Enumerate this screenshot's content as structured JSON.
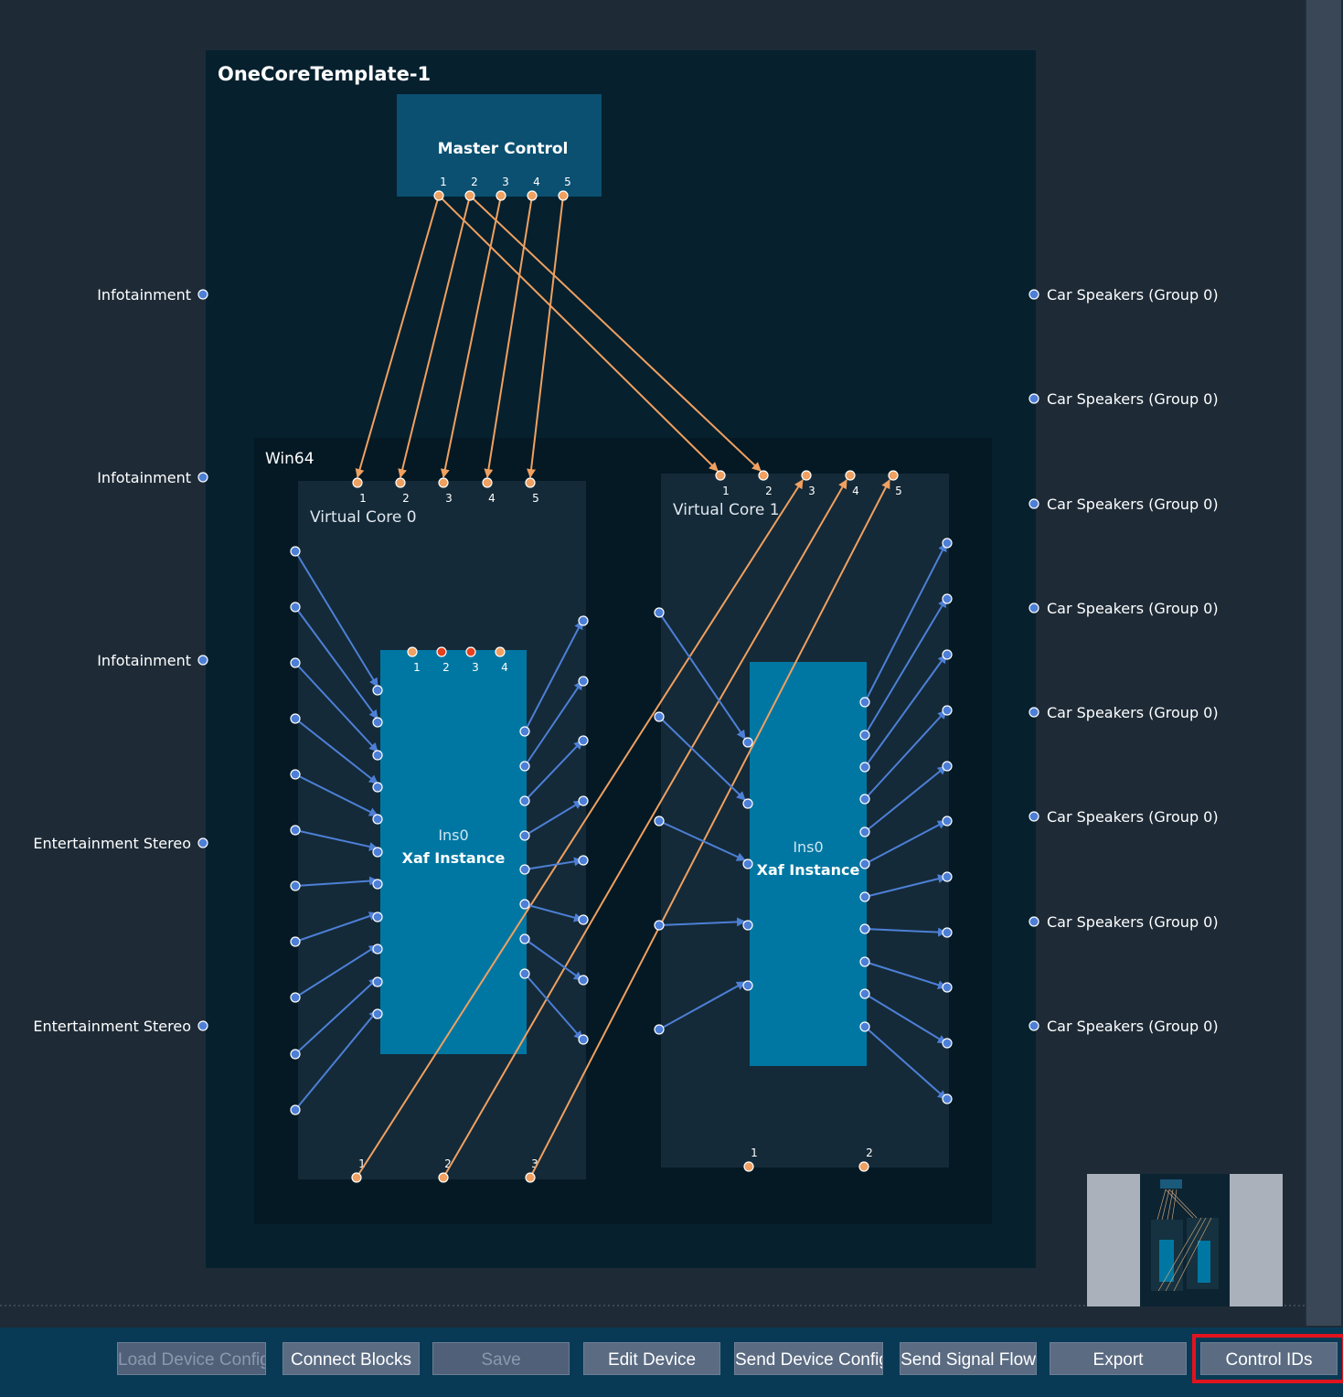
{
  "template": {
    "title": "OneCoreTemplate-1"
  },
  "master_control": {
    "title": "Master Control",
    "ports": [
      "1",
      "2",
      "3",
      "4",
      "5"
    ]
  },
  "platform": {
    "title": "Win64"
  },
  "cores": [
    {
      "title": "Virtual Core 0",
      "control_ports": [
        "1",
        "2",
        "3",
        "4",
        "5"
      ],
      "bottom_ports": [
        "1",
        "2",
        "3"
      ],
      "instance": {
        "name": "Ins0",
        "type": "Xaf Instance",
        "control_ports": [
          "1",
          "2",
          "3",
          "4"
        ]
      }
    },
    {
      "title": "Virtual Core 1",
      "control_ports": [
        "1",
        "2",
        "3",
        "4",
        "5"
      ],
      "bottom_ports": [
        "1",
        "2"
      ],
      "instance": {
        "name": "Ins0",
        "type": "Xaf Instance"
      }
    }
  ],
  "inputs": [
    "Infotainment",
    "Infotainment",
    "Infotainment",
    "Entertainment Stereo",
    "Entertainment Stereo"
  ],
  "outputs": [
    "Car Speakers (Group 0)",
    "Car Speakers (Group 0)",
    "Car Speakers (Group 0)",
    "Car Speakers (Group 0)",
    "Car Speakers (Group 0)",
    "Car Speakers (Group 0)",
    "Car Speakers (Group 0)",
    "Car Speakers (Group 0)"
  ],
  "toolbar": {
    "load_device_config": "Load Device Config",
    "connect_blocks": "Connect Blocks",
    "save": "Save",
    "edit_device": "Edit Device",
    "send_device_config": "Send Device Config",
    "send_signal_flow": "Send Signal Flow",
    "export": "Export",
    "control_ids": "Control IDs"
  },
  "colors": {
    "background": "#1e2b37",
    "template_bg": "#06202e",
    "core_bg": "#142a38",
    "instance": "#0077a3",
    "master": "#0b5071",
    "control_link": "#f0a060",
    "audio_link": "#4d7fd6",
    "highlight": "#e0141e"
  }
}
